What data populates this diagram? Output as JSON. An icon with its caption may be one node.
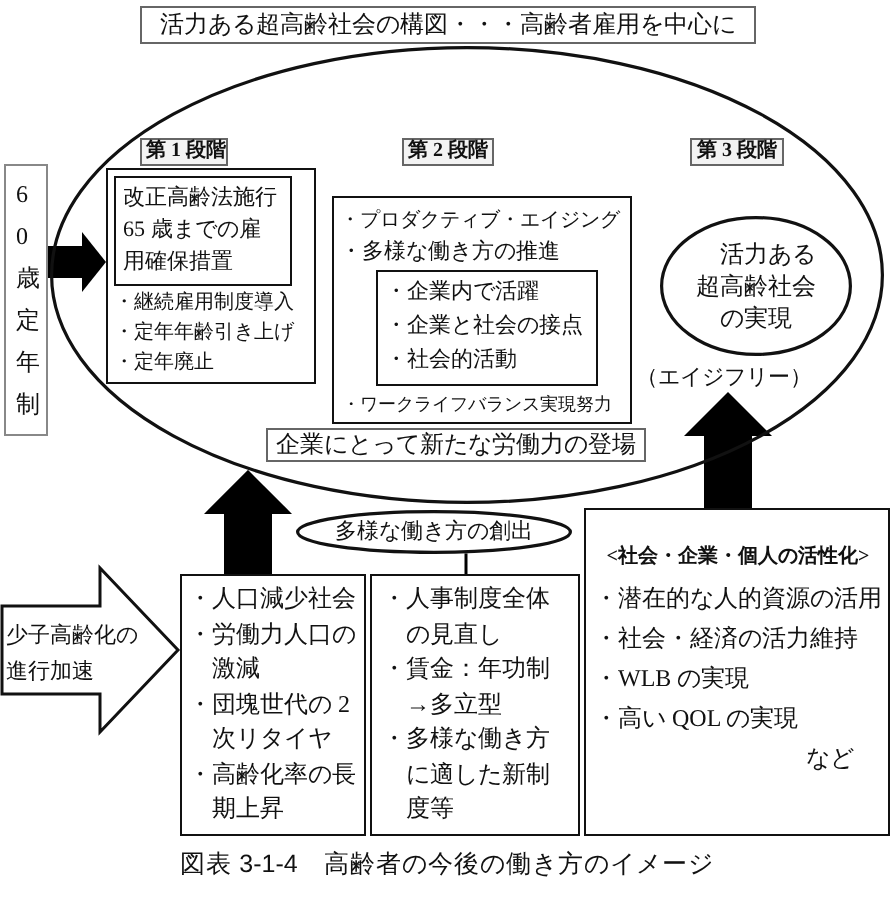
{
  "diagram": {
    "title": "活力ある超高齢社会の構図・・・高齢者雇用を中心に",
    "caption": "図表 3-1-4　高齢者の今後の働き方のイメージ",
    "nodes": [
      {
        "text": [],
        "shape": "ellipse"
      },
      {
        "text": [
          "第 1 段階"
        ],
        "in": 0
      },
      {
        "text": [
          "第 2 段階"
        ],
        "in": 0
      },
      {
        "text": [
          "第 3 段階"
        ],
        "in": 0
      },
      {
        "text": [
          "60歳定年制"
        ]
      },
      {
        "text": [
          "・継続雇用制度導入",
          "・定年年齢引き上げ",
          "・定年廃止"
        ],
        "in": 0
      },
      {
        "text": [
          "改正高齢法施行",
          "65 歳までの雇用確保措置"
        ],
        "in": 5
      },
      {
        "text": [
          "・プロダクティブ・エイジング",
          "・多様な働き方の推進",
          "・ワークライフバランス実現努力"
        ],
        "in": 0
      },
      {
        "text": [
          "・企業内で活躍",
          "・企業と社会の接点",
          "・社会的活動"
        ],
        "in": 7
      },
      {
        "text": [
          "活力ある超高齢社会の実現"
        ],
        "beside": [
          "（エイジフリー）"
        ],
        "in": 0
      },
      {
        "text": [
          "企業にとって新たな労働力の登場"
        ],
        "in": 0
      },
      {
        "text": [
          "多様な働き方の創出"
        ]
      },
      {
        "text": [
          "少子高齢化の進行加速"
        ]
      },
      {
        "text": [
          "・人口減少社会",
          "・労働力人口の激減",
          "・団塊世代の 2 次リタイヤ",
          "・高齢化率の長期上昇"
        ]
      },
      {
        "text": [
          "・人事制度全体の見直し",
          "・賃金：年功制→多立型",
          "・多様な働き方に適した新制度等"
        ]
      },
      {
        "text": [
          "<社会・企業・個人の活性化>",
          "・潜在的な人的資源の活用",
          "・社会・経済の活力維持",
          "・WLB の実現",
          "・高い QOL の実現",
          "など"
        ]
      }
    ],
    "edges": [
      {
        "from": 4,
        "to": 5,
        "arrow": "to"
      },
      {
        "from": 13,
        "to": 0,
        "arrow": "to"
      },
      {
        "from": 15,
        "to": 9,
        "arrow": "to"
      },
      {
        "from": 11,
        "to": 14,
        "arrow": "none"
      }
    ]
  }
}
